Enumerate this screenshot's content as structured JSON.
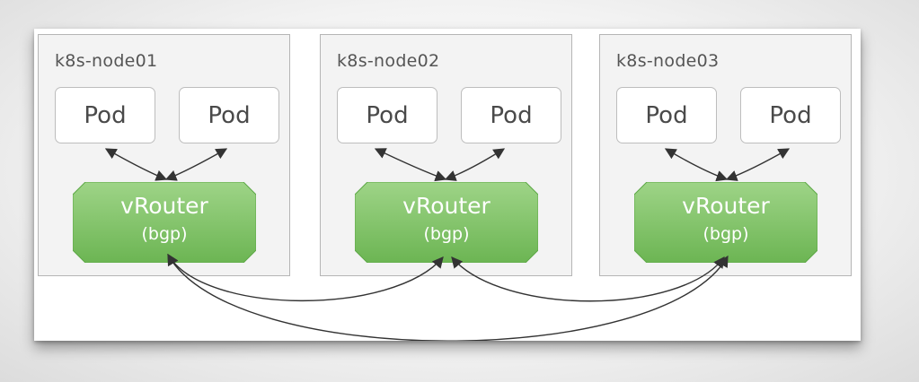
{
  "nodes": [
    {
      "label": "k8s-node01",
      "pods": [
        "Pod",
        "Pod"
      ],
      "router": {
        "title": "vRouter",
        "subtitle": "(bgp)"
      }
    },
    {
      "label": "k8s-node02",
      "pods": [
        "Pod",
        "Pod"
      ],
      "router": {
        "title": "vRouter",
        "subtitle": "(bgp)"
      }
    },
    {
      "label": "k8s-node03",
      "pods": [
        "Pod",
        "Pod"
      ],
      "router": {
        "title": "vRouter",
        "subtitle": "(bgp)"
      }
    }
  ],
  "colors": {
    "router_fill": "#7cc064",
    "router_fill_light": "#9ed487",
    "router_fill_dark": "#5da846",
    "node_background": "#f3f3f3",
    "connector": "#333333"
  }
}
